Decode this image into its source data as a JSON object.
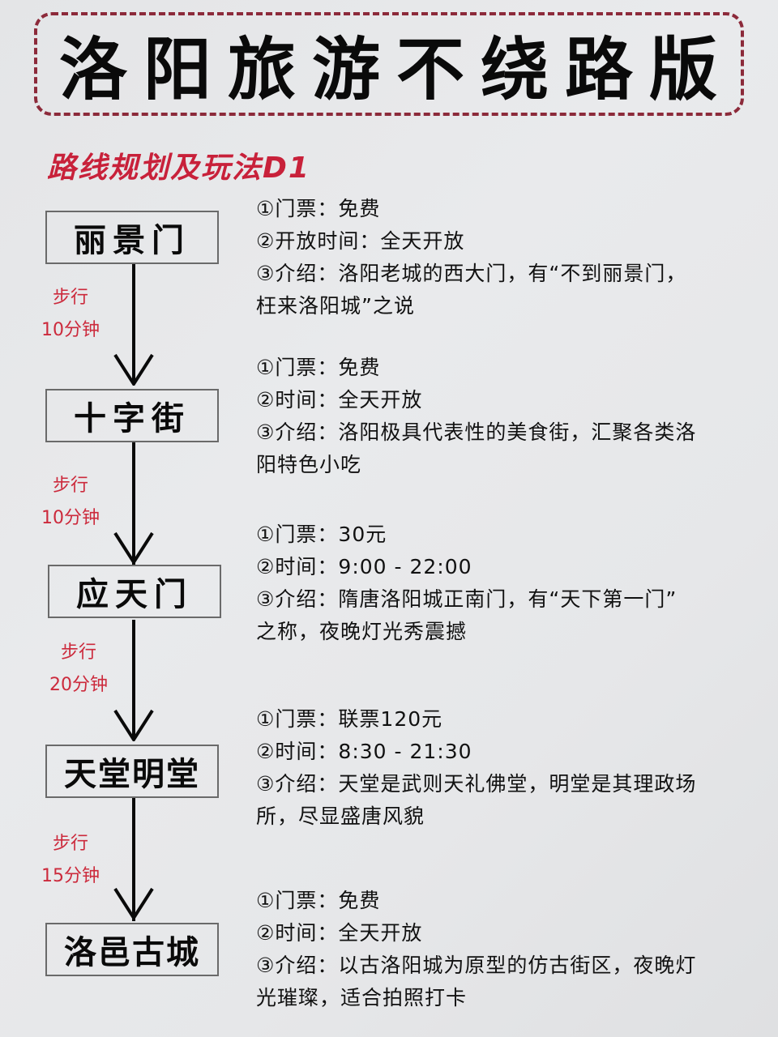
{
  "header": {
    "title": "洛阳旅游不绕路版",
    "border_color": "#8c2a3a"
  },
  "section": {
    "title": "路线规划及玩法D1",
    "color": "#c8213a"
  },
  "stops": [
    {
      "name": "丽景门",
      "ticket": "①门票：免费",
      "hours": "②开放时间：全天开放",
      "intro_1": "③介绍：洛阳老城的西大门，有“不到丽景门，",
      "intro_2": "枉来洛阳城”之说"
    },
    {
      "name": "十字街",
      "ticket": "①门票：免费",
      "hours": "②时间：全天开放",
      "intro_1": "③介绍：洛阳极具代表性的美食街，汇聚各类洛",
      "intro_2": "阳特色小吃"
    },
    {
      "name": "应天门",
      "ticket": "①门票：30元",
      "hours": "②时间：9:00 - 22:00",
      "intro_1": "③介绍：隋唐洛阳城正南门，有“天下第一门”",
      "intro_2": "之称，夜晚灯光秀震撼"
    },
    {
      "name": "天堂明堂",
      "ticket": "①门票：联票120元",
      "hours": "②时间：8:30 - 21:30",
      "intro_1": "③介绍：天堂是武则天礼佛堂，明堂是其理政场",
      "intro_2": "所，尽显盛唐风貌"
    },
    {
      "name": "洛邑古城",
      "ticket": "①门票：免费",
      "hours": "②时间：全天开放",
      "intro_1": "③介绍：以古洛阳城为原型的仿古街区，夜晚灯",
      "intro_2": "光璀璨，适合拍照打卡"
    }
  ],
  "walks": [
    {
      "mode": "步行",
      "duration": "10分钟"
    },
    {
      "mode": "步行",
      "duration": "10分钟"
    },
    {
      "mode": "步行",
      "duration": "20分钟"
    },
    {
      "mode": "步行",
      "duration": "15分钟"
    }
  ]
}
